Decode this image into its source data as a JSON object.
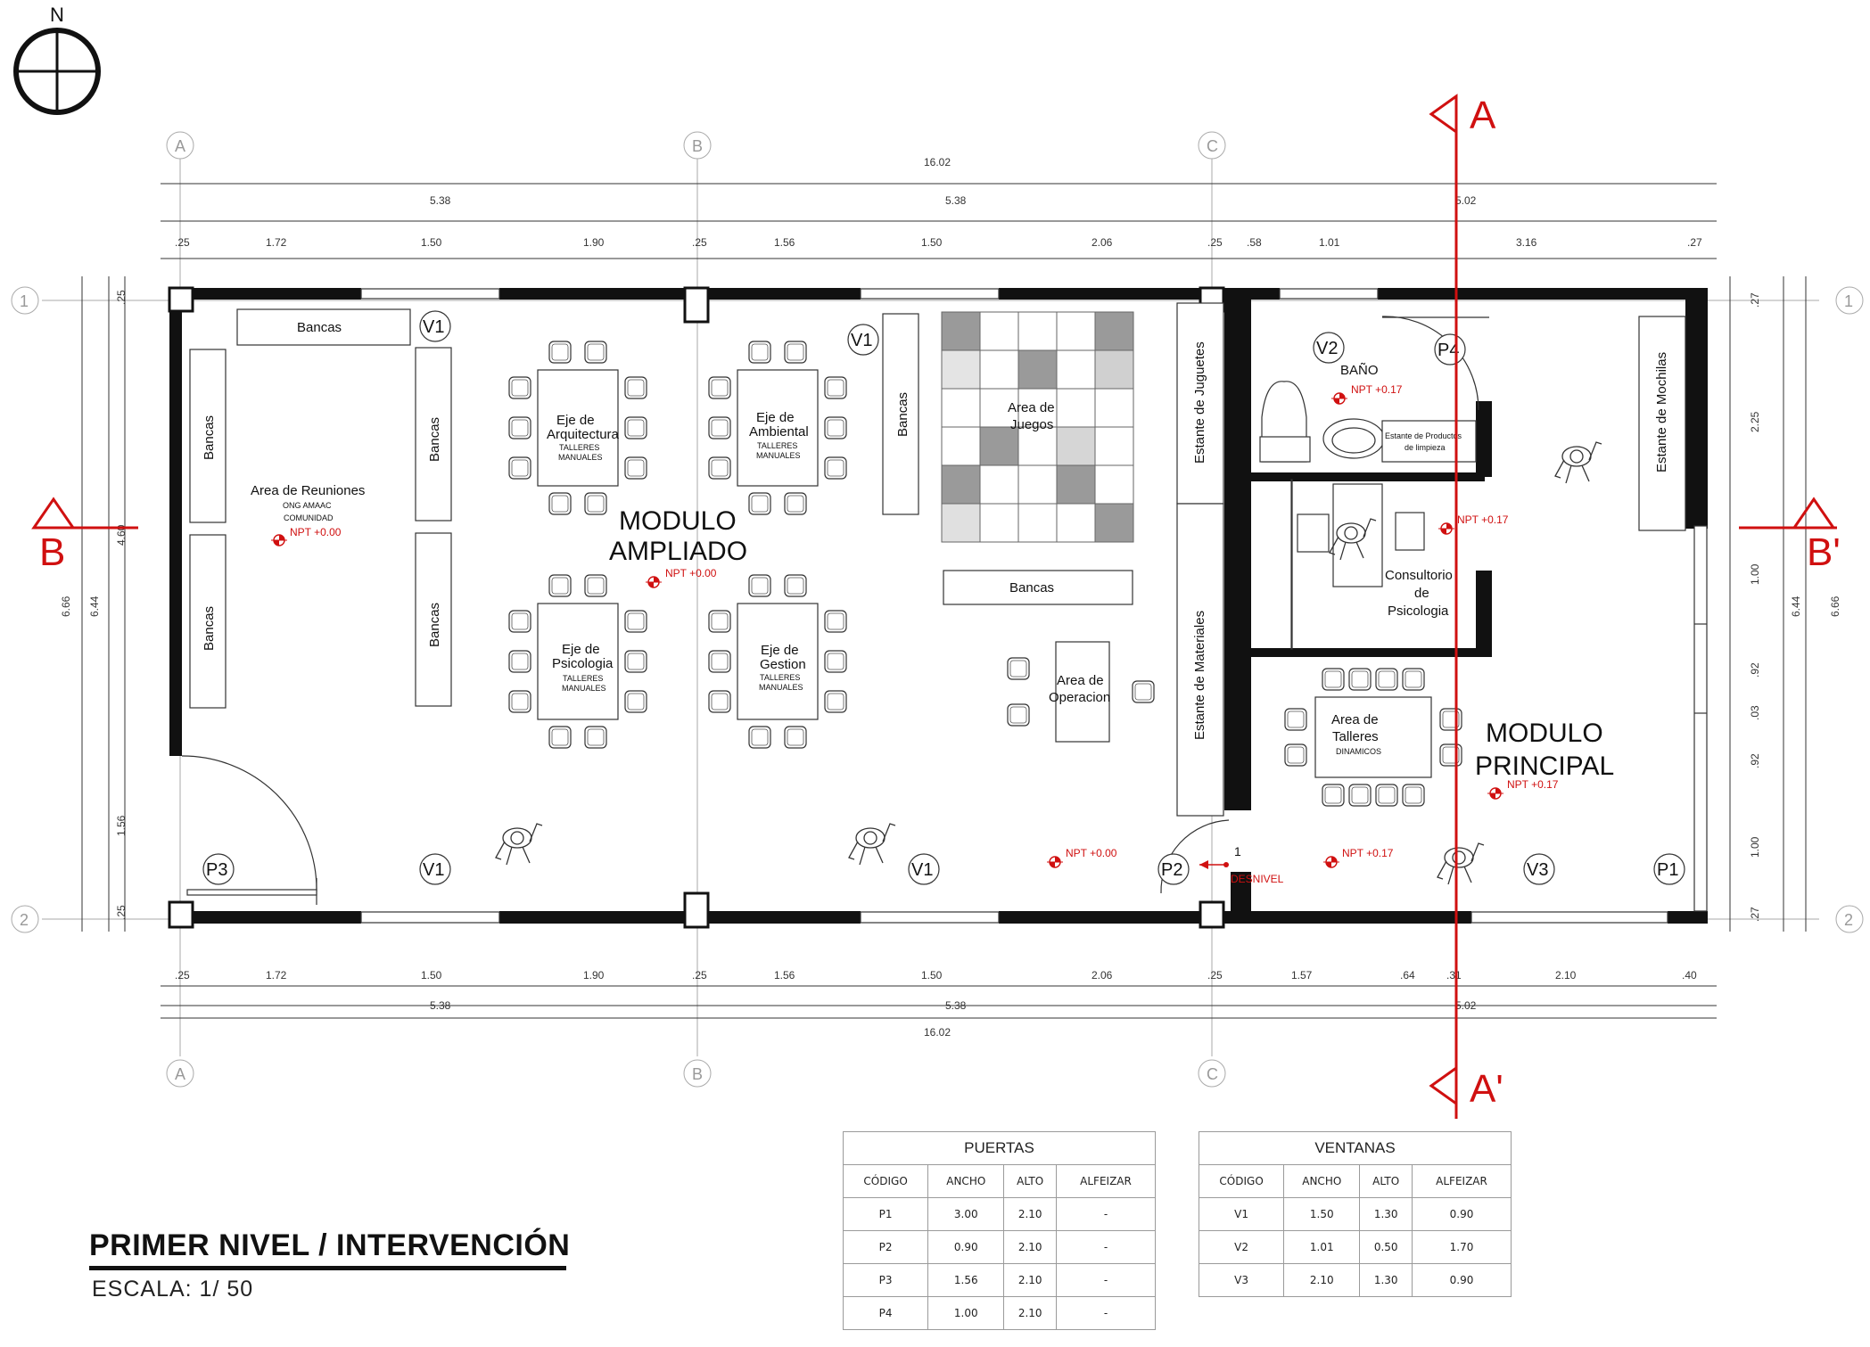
{
  "north": {
    "label": "N"
  },
  "axes": {
    "columns": [
      "A",
      "B",
      "C"
    ],
    "rows": [
      "1",
      "2"
    ]
  },
  "sections": {
    "a_top": "A",
    "a_bottom": "A'",
    "b_left": "B",
    "b_right": "B'"
  },
  "dimensions": {
    "top_total": "16.02",
    "top_bays": [
      "5.38",
      "5.38",
      "5.02"
    ],
    "top_parts": [
      ".25",
      "1.72",
      "1.50",
      "1.90",
      ".25",
      "1.56",
      "1.50",
      "2.06",
      ".25",
      ".58",
      "1.01",
      "3.16",
      ".27"
    ],
    "bottom_parts": [
      ".25",
      "1.72",
      "1.50",
      "1.90",
      ".25",
      "1.56",
      "1.50",
      "2.06",
      ".25",
      "1.57",
      ".64",
      ".31",
      "2.10",
      ".40"
    ],
    "bottom_bays": [
      "5.38",
      "5.38",
      "5.02"
    ],
    "bottom_total": "16.02",
    "left": [
      "6.66",
      "6.44",
      ".25",
      "4.60",
      "1.56",
      ".25"
    ],
    "right": [
      ".27",
      "2.25",
      "1.00",
      ".92",
      ".03",
      ".92",
      "1.00",
      ".27",
      "6.44",
      "6.66"
    ]
  },
  "rooms": {
    "bancas": "Bancas",
    "reuniones": "Area de Reuniones",
    "ong": "ONG AMAAC",
    "comunidad": "COMUNIDAD",
    "eje_arq_1": "Eje de",
    "eje_arq_2": "Arquitectura",
    "eje_amb_1": "Eje de",
    "eje_amb_2": "Ambiental",
    "eje_psi_1": "Eje de",
    "eje_psi_2": "Psicologia",
    "eje_ges_1": "Eje de",
    "eje_ges_2": "Gestion",
    "talleres": "TALLERES",
    "manuales": "MANUALES",
    "modulo_ampliado_1": "MODULO",
    "modulo_ampliado_2": "AMPLIADO",
    "juegos_1": "Area de",
    "juegos_2": "Juegos",
    "operacion_1": "Area de",
    "operacion_2": "Operacion",
    "estante_juguetes": "Estante de Juguetes",
    "estante_materiales": "Estante de Materiales",
    "bano": "BAÑO",
    "estante_limpieza_1": "Estante de Productos",
    "estante_limpieza_2": "de limpieza",
    "consultorio_1": "Consultorio",
    "consultorio_2": "de",
    "consultorio_3": "Psicologia",
    "talleres_area_1": "Area de",
    "talleres_area_2": "Talleres",
    "dinamicos": "DINAMICOS",
    "modulo_principal_1": "MODULO",
    "modulo_principal_2": "PRINCIPAL",
    "estante_mochilas": "Estante de Mochilas",
    "desnivel": "DESNIVEL",
    "desnivel_num": "1"
  },
  "levels": {
    "npt0": "NPT +0.00",
    "npt017": "NPT +0.17"
  },
  "tags": {
    "v1": "V1",
    "v2": "V2",
    "v3": "V3",
    "p1": "P1",
    "p2": "P2",
    "p3": "P3",
    "p4": "P4"
  },
  "puertas": {
    "title": "PUERTAS",
    "headers": [
      "CÓDIGO",
      "ANCHO",
      "ALTO",
      "ALFEIZAR"
    ],
    "rows": [
      [
        "P1",
        "3.00",
        "2.10",
        "-"
      ],
      [
        "P2",
        "0.90",
        "2.10",
        "-"
      ],
      [
        "P3",
        "1.56",
        "2.10",
        "-"
      ],
      [
        "P4",
        "1.00",
        "2.10",
        "-"
      ]
    ]
  },
  "ventanas": {
    "title": "VENTANAS",
    "headers": [
      "CÓDIGO",
      "ANCHO",
      "ALTO",
      "ALFEIZAR"
    ],
    "rows": [
      [
        "V1",
        "1.50",
        "1.30",
        "0.90"
      ],
      [
        "V2",
        "1.01",
        "0.50",
        "1.70"
      ],
      [
        "V3",
        "2.10",
        "1.30",
        "0.90"
      ]
    ]
  },
  "title": {
    "main": "PRIMER NIVEL / INTERVENCIÓN",
    "scale": "ESCALA: 1/ 50"
  }
}
